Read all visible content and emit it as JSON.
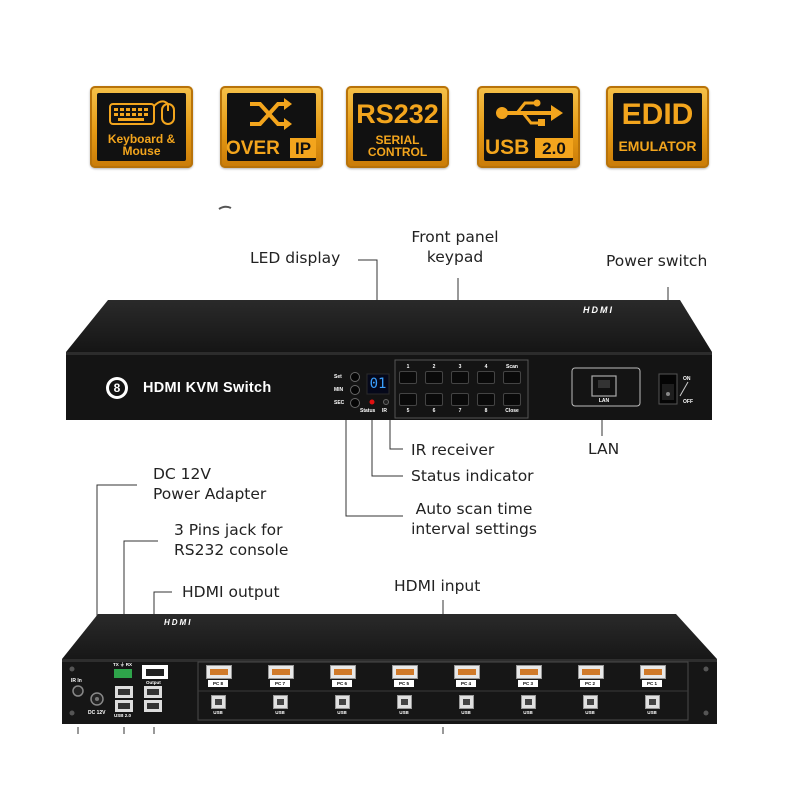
{
  "badges": {
    "keyboard_mouse": {
      "line1": "Keyboard &",
      "line2": "Mouse",
      "icon": "keyboard-mouse-icon"
    },
    "over_ip": {
      "word1": "OVER",
      "word2": "IP",
      "icon": "shuffle-arrows-icon"
    },
    "rs232": {
      "title": "RS232",
      "line1": "SERIAL",
      "line2": "CONTROL"
    },
    "usb": {
      "word1": "USB",
      "word2": "2.0",
      "icon": "usb-icon"
    },
    "edid": {
      "title": "EDID",
      "line1": "EMULATOR"
    }
  },
  "front_panel": {
    "brand_number": "8",
    "brand_text": "HDMI KVM Switch",
    "hdmi_logo": "HDMI",
    "buttons": {
      "set": "Set",
      "min": "MIN",
      "sec": "SEC"
    },
    "led_value": "01",
    "status_label": "Status",
    "ir_label": "IR",
    "keys_top": [
      "1",
      "2",
      "3",
      "4",
      "Scan"
    ],
    "keys_bottom": [
      "5",
      "6",
      "7",
      "8",
      "Close"
    ],
    "lan_port_label": "LAN",
    "switch_on": "ON",
    "switch_off": "OFF"
  },
  "callouts_front": {
    "led_display": "LED display",
    "keypad_line1": "Front panel",
    "keypad_line2": "keypad",
    "power_switch": "Power switch",
    "ir_receiver": "IR receiver",
    "status_indicator": "Status indicator",
    "auto_scan_line1": "Auto scan time",
    "auto_scan_line2": "interval settings",
    "lan": "LAN"
  },
  "callouts_rear": {
    "dc_line1": "DC 12V",
    "dc_line2": "Power Adapter",
    "rs232_line1": "3 Pins jack for",
    "rs232_line2": "RS232 console",
    "hdmi_output": "HDMI output",
    "hdmi_input": "HDMI input"
  },
  "rear_panel": {
    "hdmi_logo": "HDMI",
    "ir_in": "IR In",
    "dc_12v": "DC 12V",
    "tx_rx": "TX ⏚ RX",
    "output": "Output",
    "usb20": "USB 2.0",
    "pc_labels": [
      "PC 8",
      "PC 7",
      "PC 6",
      "PC 5",
      "PC 4",
      "PC 3",
      "PC 2",
      "PC 1"
    ],
    "usb_label": "USB"
  }
}
